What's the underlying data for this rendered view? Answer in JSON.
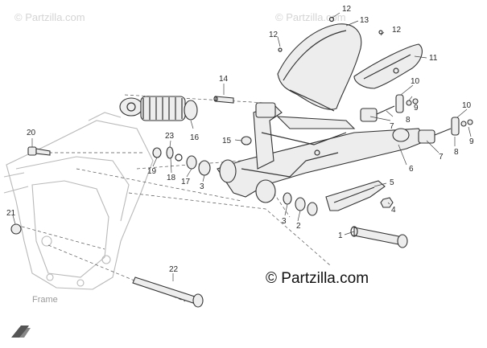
{
  "watermarks": {
    "top_left": "© Partzilla.com",
    "top_right": "© Partzilla.com",
    "center": "© Partzilla.com"
  },
  "frame_label": "Frame",
  "callouts": [
    {
      "id": "c12a",
      "label": "12"
    },
    {
      "id": "c13",
      "label": "13"
    },
    {
      "id": "c12b",
      "label": "12"
    },
    {
      "id": "c12c",
      "label": "12"
    },
    {
      "id": "c11",
      "label": "11"
    },
    {
      "id": "c14",
      "label": "14"
    },
    {
      "id": "c10a",
      "label": "10"
    },
    {
      "id": "c9a",
      "label": "9"
    },
    {
      "id": "c8a",
      "label": "8"
    },
    {
      "id": "c7a",
      "label": "7"
    },
    {
      "id": "c10b",
      "label": "10"
    },
    {
      "id": "c9b",
      "label": "9"
    },
    {
      "id": "c8b",
      "label": "8"
    },
    {
      "id": "c7b",
      "label": "7"
    },
    {
      "id": "c20",
      "label": "20"
    },
    {
      "id": "c23",
      "label": "23"
    },
    {
      "id": "c16",
      "label": "16"
    },
    {
      "id": "c15",
      "label": "15"
    },
    {
      "id": "c6",
      "label": "6"
    },
    {
      "id": "c19",
      "label": "19"
    },
    {
      "id": "c18",
      "label": "18"
    },
    {
      "id": "c17",
      "label": "17"
    },
    {
      "id": "c3a",
      "label": "3"
    },
    {
      "id": "c5",
      "label": "5"
    },
    {
      "id": "c4",
      "label": "4"
    },
    {
      "id": "c3b",
      "label": "3"
    },
    {
      "id": "c2",
      "label": "2"
    },
    {
      "id": "c21",
      "label": "21"
    },
    {
      "id": "c1",
      "label": "1"
    },
    {
      "id": "c22",
      "label": "22"
    }
  ]
}
